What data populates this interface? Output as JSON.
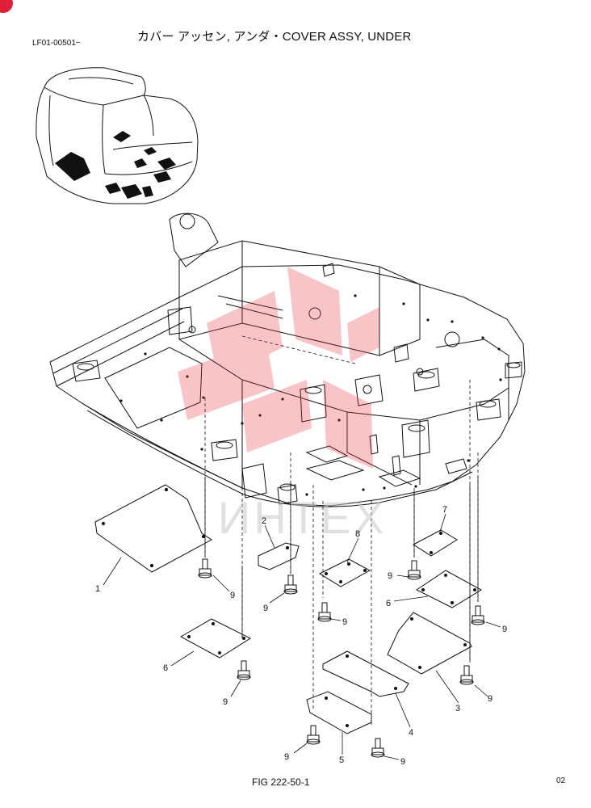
{
  "header": {
    "title": "カバー アッセン, アンダ・COVER ASSY, UNDER",
    "serial": "LF01-00501~"
  },
  "footer": {
    "figure": "FIG 222-50-1",
    "page": "02"
  },
  "watermark": {
    "text": "ИНТЕХ",
    "color": "#e5333b"
  },
  "callouts": {
    "c1": "1",
    "c2": "2",
    "c3": "3",
    "c4": "4",
    "c5": "5",
    "c6a": "6",
    "c6b": "6",
    "c7": "7",
    "c8": "8",
    "c9a": "9",
    "c9b": "9",
    "c9c": "9",
    "c9d": "9",
    "c9e": "9",
    "c9f": "9",
    "c9g": "9",
    "c9h": "9",
    "c9i": "9"
  }
}
